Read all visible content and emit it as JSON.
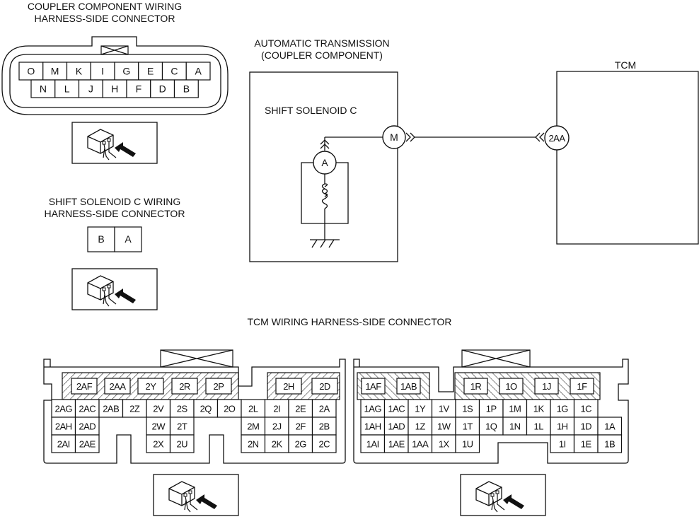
{
  "title": "Shift Solenoid C circuit wiring diagram",
  "labels": {
    "coupler_connector_title_1": "COUPLER COMPONENT WIRING",
    "coupler_connector_title_2": "HARNESS-SIDE CONNECTOR",
    "solenoid_connector_title_1": "SHIFT SOLENOID C WIRING",
    "solenoid_connector_title_2": "HARNESS-SIDE CONNECTOR",
    "at_title_1": "AUTOMATIC TRANSMISSION",
    "at_title_2": "(COUPLER COMPONENT)",
    "solenoid_name": "SHIFT SOLENOID C",
    "tcm_title": "TCM",
    "tcm_connector_title": "TCM WIRING HARNESS-SIDE CONNECTOR"
  },
  "circuit": {
    "solenoid_terminal": "A",
    "coupler_terminal": "M",
    "tcm_terminal": "2AA"
  },
  "coupler_connector": {
    "row1": [
      "O",
      "M",
      "K",
      "I",
      "G",
      "E",
      "C",
      "A"
    ],
    "row2": [
      "N",
      "L",
      "J",
      "H",
      "F",
      "D",
      "B"
    ]
  },
  "solenoid_connector": {
    "pins": [
      "B",
      "A"
    ]
  },
  "tcm_connector_left": {
    "hatched_pins": [
      "2AF",
      "2AA",
      "2Y",
      "2R",
      "2P",
      "2H",
      "2D"
    ],
    "row1": [
      "2AG",
      "2AC",
      "2AB",
      "2Z",
      "2V",
      "2S",
      "2Q",
      "2O",
      "2L",
      "2I",
      "2E",
      "2A"
    ],
    "row2": [
      "2AH",
      "2AD",
      "",
      "",
      "2W",
      "2T",
      "",
      "",
      "2M",
      "2J",
      "2F",
      "2B"
    ],
    "row3": [
      "2AI",
      "2AE",
      "",
      "",
      "2X",
      "2U",
      "",
      "",
      "2N",
      "2K",
      "2G",
      "2C"
    ]
  },
  "tcm_connector_right": {
    "hatched_pins": [
      "1AF",
      "1AB",
      "1R",
      "1O",
      "1J",
      "1F"
    ],
    "row1": [
      "1AG",
      "1AC",
      "1Y",
      "1V",
      "1S",
      "1P",
      "1M",
      "1K",
      "1G",
      "1C",
      ""
    ],
    "row2": [
      "1AH",
      "1AD",
      "1Z",
      "1W",
      "1T",
      "1Q",
      "1N",
      "1L",
      "1H",
      "1D",
      "1A"
    ],
    "row3": [
      "1AI",
      "1AE",
      "1AA",
      "1X",
      "1U",
      "",
      "",
      "",
      "1I",
      "1E",
      "1B"
    ]
  },
  "view_icons": [
    "harness-side-view-icon",
    "harness-side-view-icon",
    "harness-side-view-icon",
    "harness-side-view-icon"
  ]
}
